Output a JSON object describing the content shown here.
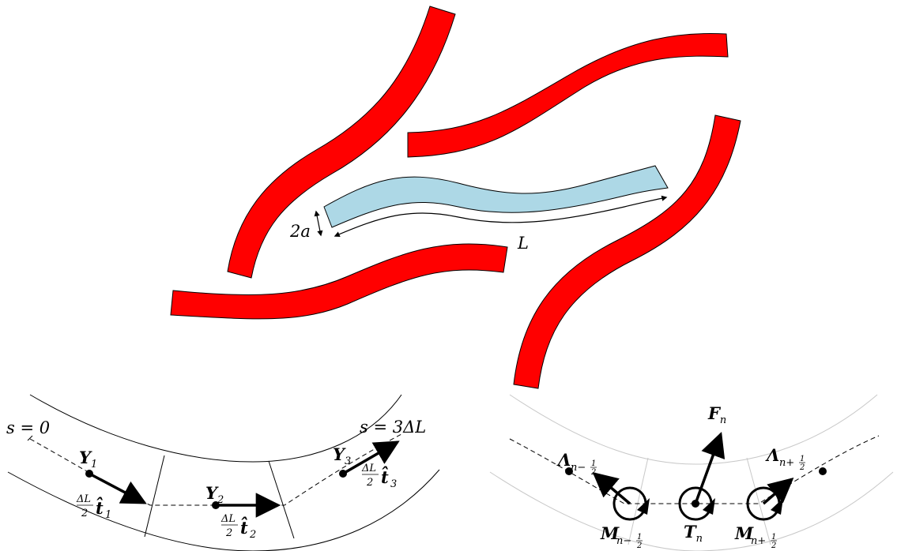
{
  "top_figure": {
    "thickness_label": "2a",
    "length_label": "L"
  },
  "bottom_left": {
    "s_start": "s = 0",
    "s_end": "s = 3ΔL",
    "nodes": [
      {
        "symbol": "Y",
        "index": "1"
      },
      {
        "symbol": "Y",
        "index": "2"
      },
      {
        "symbol": "Y",
        "index": "3"
      }
    ],
    "half_step_num": "ΔL",
    "half_step_den": "2",
    "tangents": [
      {
        "symbol": "t̂",
        "index": "1"
      },
      {
        "symbol": "t̂",
        "index": "2"
      },
      {
        "symbol": "t̂",
        "index": "3"
      }
    ]
  },
  "bottom_right": {
    "force": {
      "symbol": "F",
      "index": "n"
    },
    "torque": {
      "symbol": "T",
      "index": "n"
    },
    "lambda_minus": {
      "symbol": "Λ",
      "index": "n−",
      "frac_num": "1",
      "frac_den": "2"
    },
    "lambda_plus": {
      "symbol": "Λ",
      "index": "n+",
      "frac_num": "1",
      "frac_den": "2"
    },
    "moment_minus": {
      "symbol": "M",
      "index": "n−",
      "frac_num": "1",
      "frac_den": "2"
    },
    "moment_plus": {
      "symbol": "M",
      "index": "n+",
      "frac_num": "1",
      "frac_den": "2"
    }
  }
}
